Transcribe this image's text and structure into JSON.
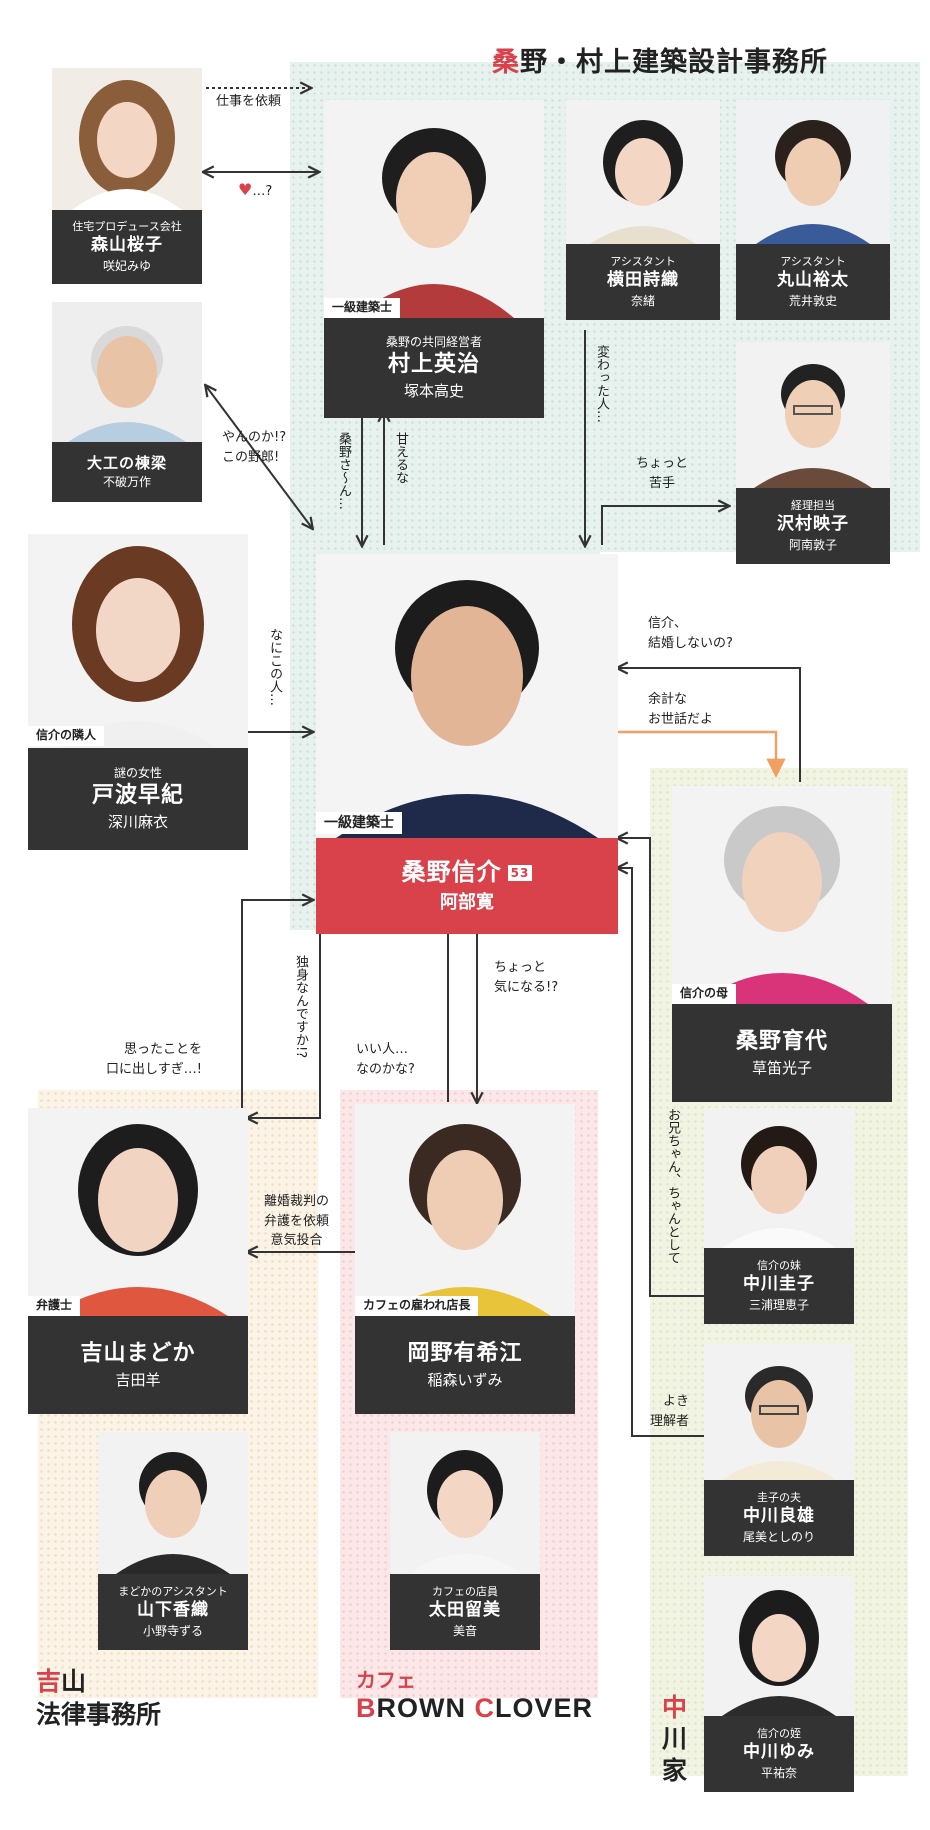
{
  "zones": {
    "office": "桑野・村上建築設計事務所",
    "office_accent": "桑",
    "law_line1": "吉山",
    "law_line1_accent": "吉",
    "law_line2": "法律事務所",
    "cafe_sub": "カフェ",
    "cafe_name_b": "B",
    "cafe_name_rest1": "ROWN ",
    "cafe_name_c": "C",
    "cafe_name_rest2": "LOVER",
    "family_accent": "中",
    "family_line2": "川",
    "family_line3": "家"
  },
  "characters": {
    "moriyama": {
      "role": "住宅プロデュース会社",
      "name": "森山桜子",
      "actor": "咲妃みゆ"
    },
    "murakami": {
      "tag": "一級建築士",
      "role": "桑野の共同経営者",
      "name": "村上英治",
      "actor": "塚本高史"
    },
    "yokota": {
      "role": "アシスタント",
      "name": "横田詩織",
      "actor": "奈緒"
    },
    "maruyama": {
      "role": "アシスタント",
      "name": "丸山裕太",
      "actor": "荒井敦史"
    },
    "daiku": {
      "name": "大工の棟梁",
      "actor": "不破万作"
    },
    "sawamura": {
      "role": "経理担当",
      "name": "沢村映子",
      "actor": "阿南敦子"
    },
    "toba": {
      "tag": "信介の隣人",
      "role": "謎の女性",
      "name": "戸波早紀",
      "actor": "深川麻衣"
    },
    "kuwano": {
      "tag": "一級建築士",
      "name": "桑野信介",
      "age": "53",
      "actor": "阿部寛"
    },
    "ikuyo": {
      "tag": "信介の母",
      "name": "桑野育代",
      "actor": "草笛光子"
    },
    "yoshiyama": {
      "tag": "弁護士",
      "name": "吉山まどか",
      "actor": "吉田羊"
    },
    "okano": {
      "tag": "カフェの雇われ店長",
      "name": "岡野有希江",
      "actor": "稲森いずみ"
    },
    "keiko": {
      "role": "信介の妹",
      "name": "中川圭子",
      "actor": "三浦理恵子"
    },
    "yamashita": {
      "role": "まどかのアシスタント",
      "name": "山下香織",
      "actor": "小野寺ずる"
    },
    "ota": {
      "role": "カフェの店員",
      "name": "太田留美",
      "actor": "美音"
    },
    "yoshio": {
      "role": "圭子の夫",
      "name": "中川良雄",
      "actor": "尾美としのり"
    },
    "yumi": {
      "role": "信介の姪",
      "name": "中川ゆみ",
      "actor": "平祐奈"
    }
  },
  "relations": {
    "shigoto": "仕事を依頼",
    "heart": "♥",
    "heart_q": "…?",
    "yanno_1": "やんのか!?",
    "yanno_2": "この野郎!",
    "kuwano_san": "桑野さ〜ん…",
    "amaeruna": "甘えるな",
    "kawatta": "変わった人…",
    "chotto_nigate_1": "ちょっと",
    "chotto_nigate_2": "苦手",
    "nanikono": "なにこの人…",
    "kekkon_1": "信介、",
    "kekkon_2": "結婚しないの?",
    "yokei_1": "余計な",
    "yokei_2": "お世話だよ",
    "dokushin": "独身なんですか!?",
    "omotta_1": "思ったことを",
    "omotta_2": "口に出しすぎ…!",
    "iihito_1": "いい人…",
    "iihito_2": "なのかな?",
    "kininaru_1": "ちょっと",
    "kininaru_2": "気になる!?",
    "rikon_1": "離婚裁判の",
    "rikon_2": "弁護を依頼",
    "rikon_3": "意気投合",
    "oniichan": "お兄ちゃん、ちゃんとして",
    "yoki_1": "よき",
    "yoki_2": "理解者"
  },
  "colors": {
    "accent": "#d9414b",
    "plate": "#333333",
    "orange_arrow": "#f0a060"
  }
}
